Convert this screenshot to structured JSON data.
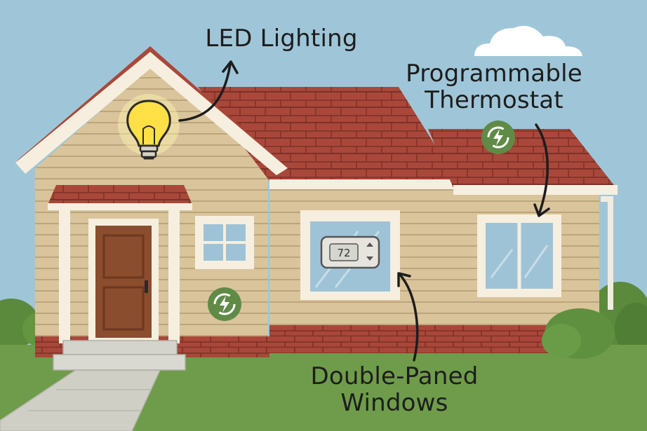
{
  "labels": {
    "led": "LED Lighting",
    "thermostat_line1": "Programmable",
    "thermostat_line2": "Thermostat",
    "windows_line1": "Double-Paned",
    "windows_line2": "Windows"
  },
  "thermostat_display": "72",
  "colors": {
    "sky": "#9fc6d8",
    "siding": "#d9c49c",
    "roof": "#a9483a",
    "trim": "#f6efdf",
    "brick": "#a8473a",
    "grass": "#6f9c4a",
    "door": "#8a4d2e",
    "badge": "#5f8b46",
    "bulb": "#ffe046"
  },
  "icons": [
    "lightbulb-icon",
    "energy-badge-icon",
    "cloud-icon",
    "curved-arrow-icon"
  ]
}
